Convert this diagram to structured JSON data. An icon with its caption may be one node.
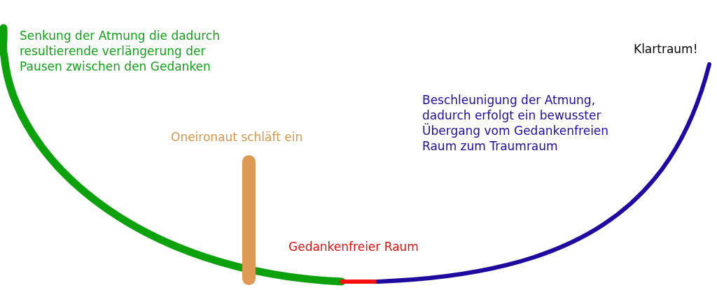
{
  "diagram": {
    "labels": [
      "Senkung der Atmung die dadurch resultierende verlängerung der Pausen zwischen den Gedanken",
      "Klartraum!",
      "Beschleunigung der Atmung, dadurch erfolgt ein bewusster Übergang vom Gedankenfreien Raum zum Traumraum",
      "Oneironaut schläft ein",
      "Gedankenfreier Raum"
    ]
  }
}
